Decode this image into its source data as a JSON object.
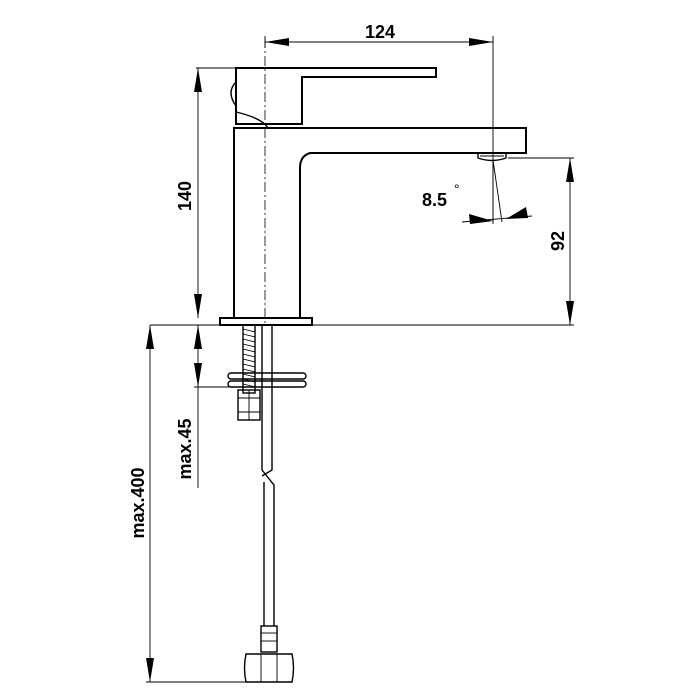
{
  "dimensions": {
    "spout_reach": "124",
    "body_height": "140",
    "outlet_height": "92",
    "outlet_angle": "8.5",
    "degree_symbol": "°",
    "max_thickness": "max.45",
    "max_hose": "max.400"
  }
}
